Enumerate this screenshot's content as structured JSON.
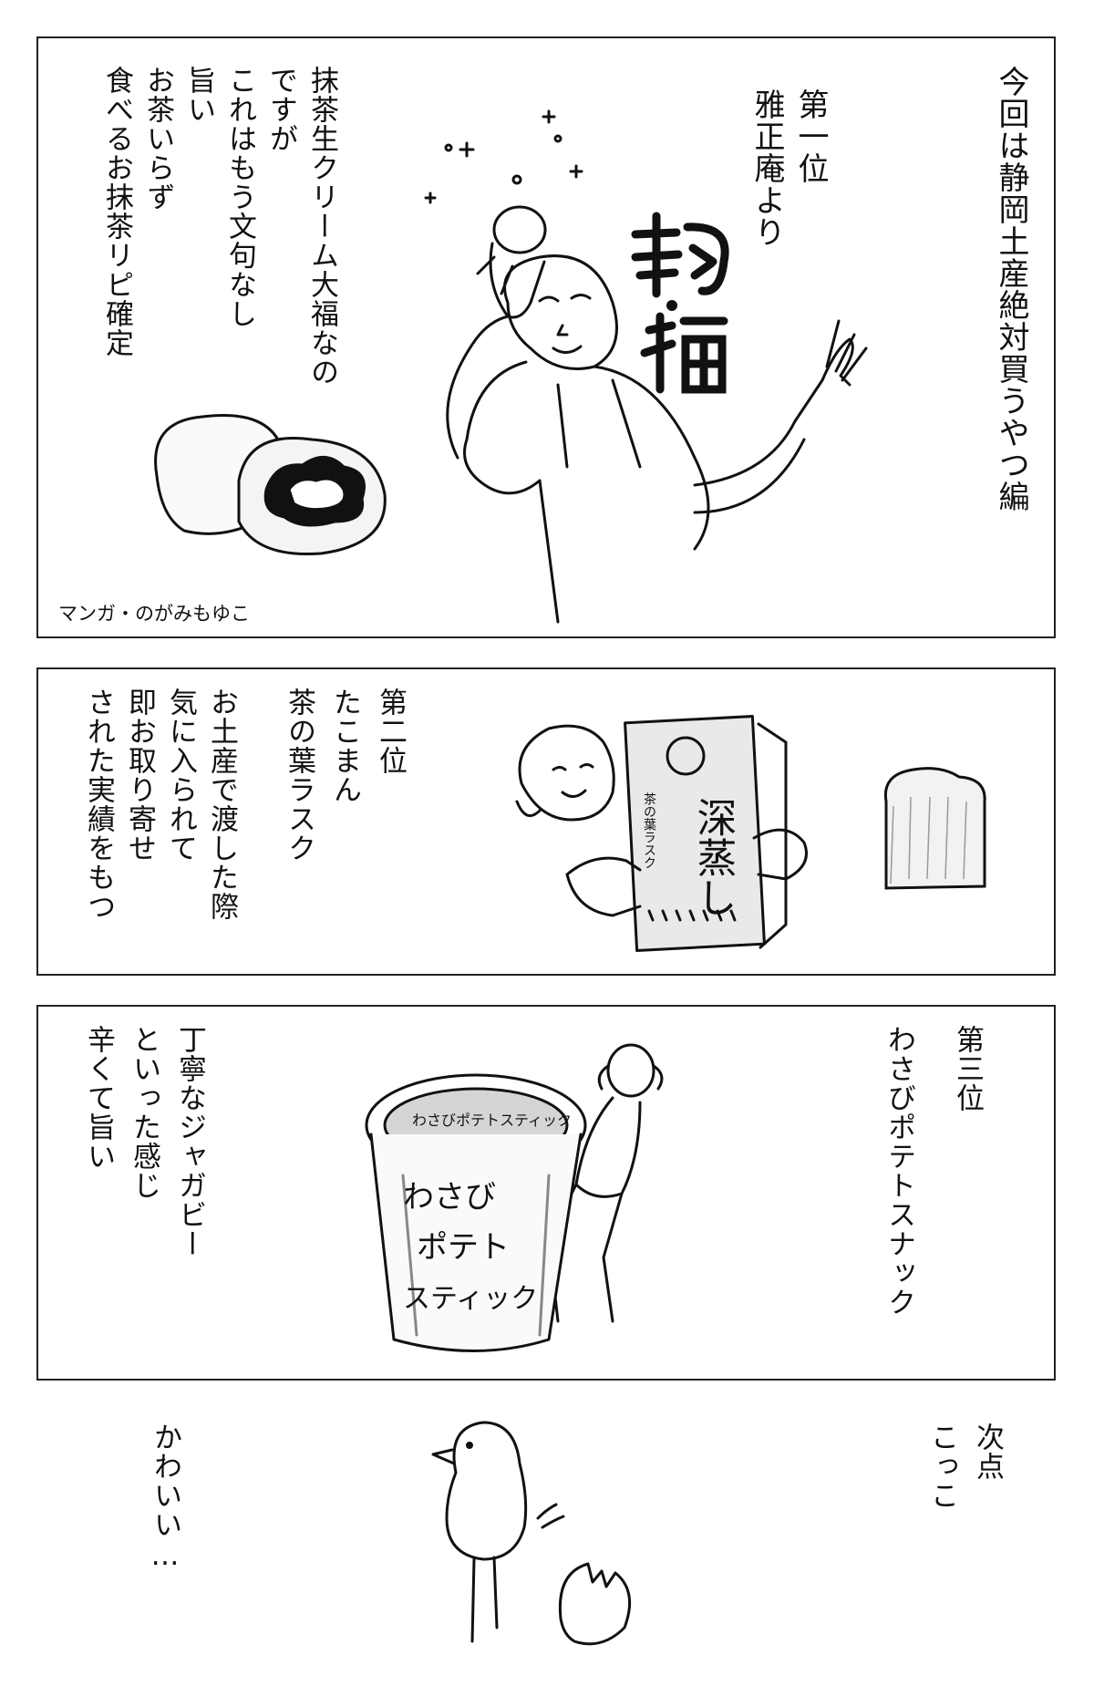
{
  "panel1": {
    "title": "今回は静岡土産絶対買うやつ編",
    "rank": "第一位",
    "shop": "雅正庵より",
    "product_logo": "鞠福",
    "desc_lines": [
      "抹茶生クリーム大福なの",
      "ですが",
      "これはもう文句なし",
      "旨い",
      "お茶いらず",
      "食べるお抹茶リピ確定"
    ],
    "credit": "マンガ・のがみもゆこ"
  },
  "panel2": {
    "rank": "第二位",
    "shop": "たこまん",
    "product": "茶の葉ラスク",
    "desc_lines": [
      "お土産で渡した際",
      "気に入られて",
      "即お取り寄せ",
      "された実績をもつ"
    ],
    "package_label": "深蒸し",
    "package_side": "茶の葉ラスク"
  },
  "panel3": {
    "rank": "第三位",
    "product": "わさびポテトスナック",
    "desc_lines": [
      "丁寧なジャガビー",
      "といった感じ",
      "辛くて旨い"
    ],
    "cup_lid": "わさびポテトスティック",
    "cup_side": [
      "わさび",
      "ポテト",
      "スティック"
    ]
  },
  "panel4": {
    "label": "次点",
    "name": "こっこ",
    "comment": "かわいい…"
  }
}
